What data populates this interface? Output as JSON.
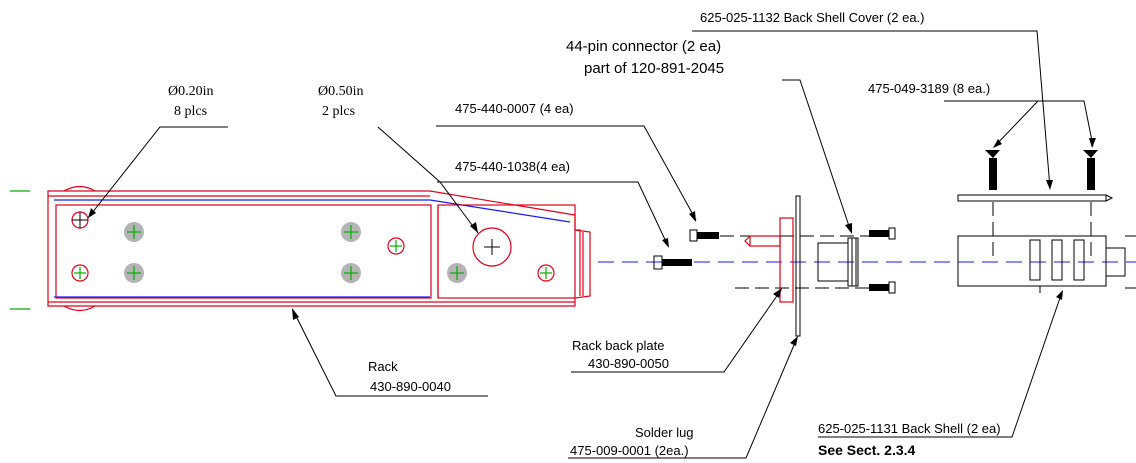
{
  "labels": {
    "hole_small_dia": "Ø0.20in",
    "hole_small_qty": "8 plcs",
    "hole_large_dia": "Ø0.50in",
    "hole_large_qty": "2 plcs",
    "screw_short": "475-440-0007 (4 ea)",
    "screw_long": "475-440-1038(4 ea)",
    "connector_line1": "44-pin connector (2 ea)",
    "connector_line2": "part of 120-891-2045",
    "cover": "625-025-1132 Back Shell Cover (2 ea.)",
    "cover_screws": "475-049-3189 (8 ea.)",
    "rack_name": "Rack",
    "rack_part": "430-890-0040",
    "back_plate_name": "Rack back plate",
    "back_plate_part": "430-890-0050",
    "lug_name": "Solder lug",
    "lug_part": "475-009-0001 (2ea.)",
    "back_shell": "625-025-1131 Back Shell (2 ea)",
    "see_sect": "See Sect. 2.3.4"
  },
  "colors": {
    "outline_red": "#e0001b",
    "outline_blue": "#1a1aff",
    "centre_mark_green": "#00b000",
    "hole_fill_grey": "#b4b4b4"
  }
}
